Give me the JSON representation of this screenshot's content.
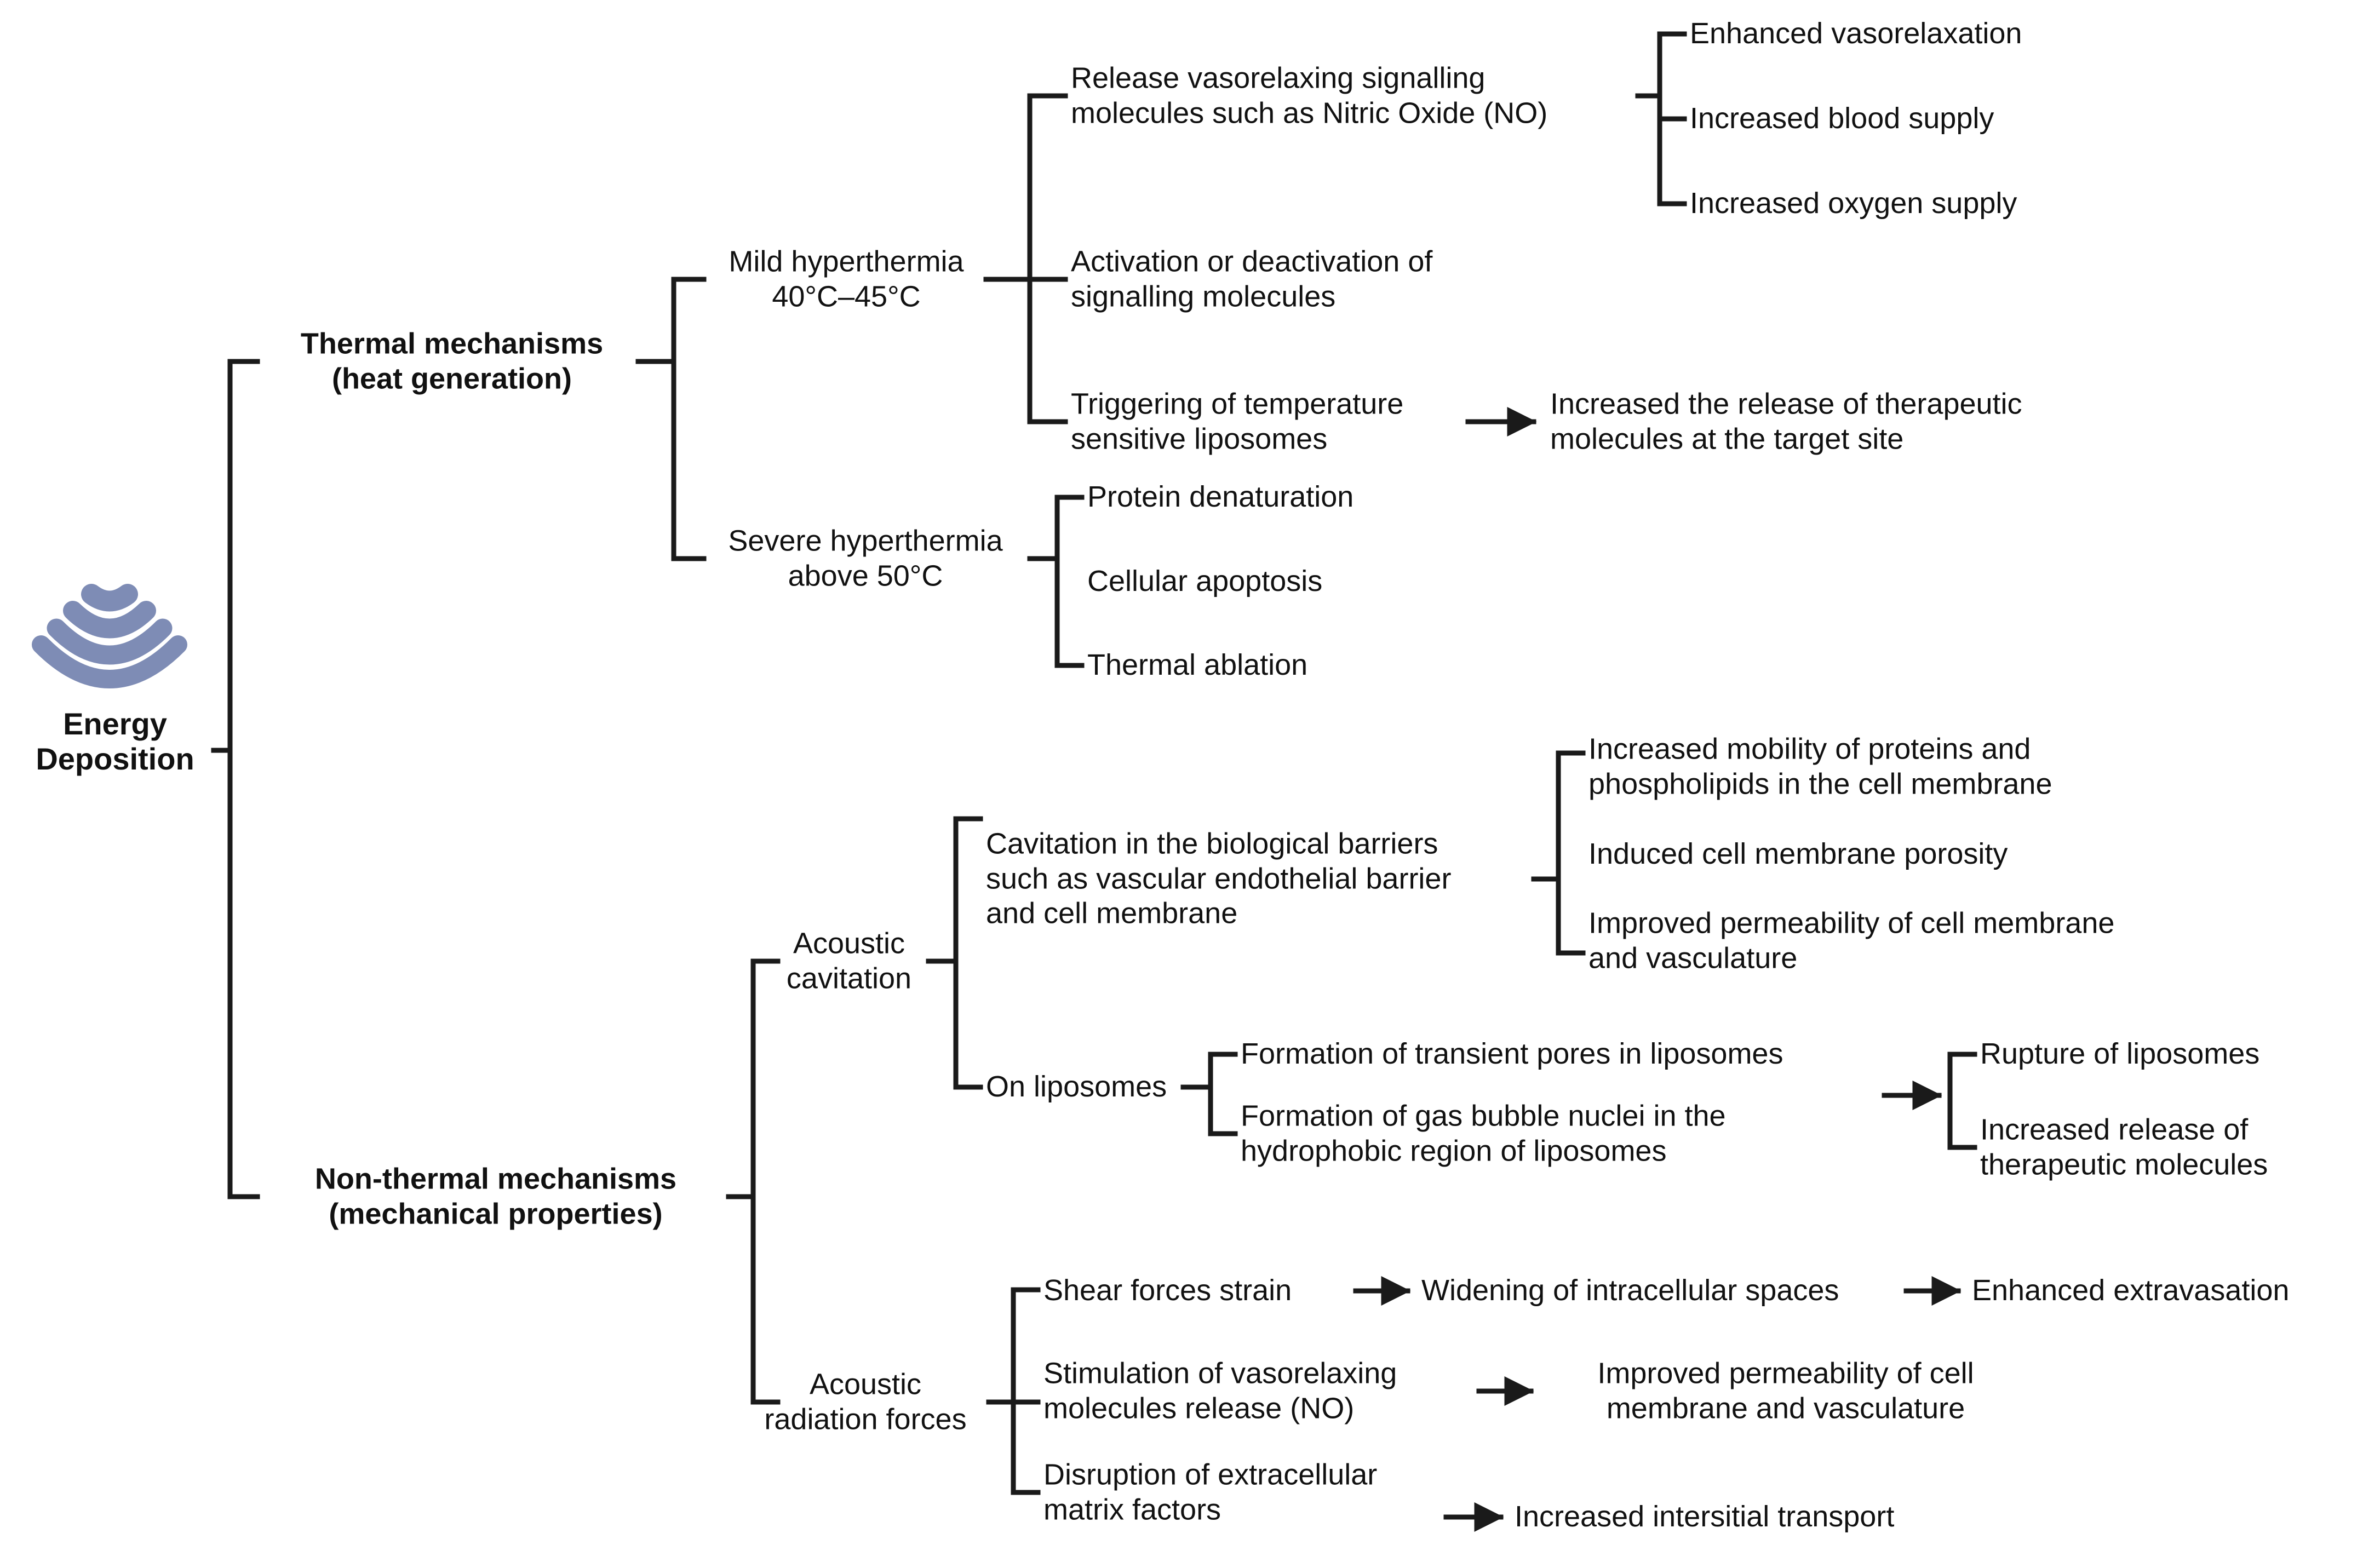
{
  "diagram": {
    "type": "hierarchy-tree",
    "title": "Energy Deposition mechanisms of ultrasound",
    "accent_color": "#7e8cb5",
    "line_color": "#1a1a1a",
    "text_color": "#111111",
    "background": "#ffffff"
  },
  "root": {
    "icon": "ultrasound-waves-icon",
    "label": "Energy\nDeposition"
  },
  "branches": {
    "thermal": {
      "label": "Thermal mechanisms\n(heat generation)",
      "mild": {
        "label": "Mild hyperthermia\n40°C–45°C",
        "effects": [
          {
            "label": "Release vasorelaxing signalling\nmolecules such as Nitric Oxide (NO)",
            "outcomes": [
              "Enhanced vasorelaxation",
              "Increased blood supply",
              "Increased oxygen supply"
            ]
          },
          {
            "label": "Activation or deactivation of\nsignalling molecules",
            "outcomes": []
          },
          {
            "label": "Triggering of temperature\nsensitive liposomes",
            "arrow_to": "Increased the release of therapeutic\nmolecules at the target site"
          }
        ]
      },
      "severe": {
        "label": "Severe hyperthermia\nabove 50°C",
        "effects": [
          "Protein denaturation",
          "Cellular apoptosis",
          "Thermal ablation"
        ]
      }
    },
    "nonthermal": {
      "label": "Non-thermal mechanisms\n(mechanical properties)",
      "cavitation": {
        "label": "Acoustic\ncavitation",
        "effects": [
          {
            "label": "Cavitation in the biological barriers\nsuch as vascular endothelial barrier\nand cell membrane",
            "outcomes": [
              "Increased mobility of proteins and\nphospholipids in the cell membrane",
              "Induced cell membrane porosity",
              "Improved permeability of cell membrane\nand vasculature"
            ]
          },
          {
            "label": "On liposomes",
            "sub_effects": [
              "Formation of transient pores in liposomes",
              "Formation of gas bubble nuclei in the\nhydrophobic region of liposomes"
            ],
            "arrow_outcomes": [
              "Rupture of liposomes",
              "Increased release of\ntherapeutic molecules"
            ]
          }
        ]
      },
      "radiation": {
        "label": "Acoustic\nradiation forces",
        "effects": [
          {
            "label": "Shear forces strain",
            "arrow_to": "Widening of intracellular spaces",
            "arrow_to_2": "Enhanced extravasation"
          },
          {
            "label": "Stimulation of vasorelaxing\nmolecules release (NO)",
            "arrow_to": "Improved permeability of cell\nmembrane and vasculature"
          },
          {
            "label": "Disruption of extracellular\nmatrix factors",
            "arrow_to": "Increased intersitial transport"
          }
        ]
      }
    }
  }
}
